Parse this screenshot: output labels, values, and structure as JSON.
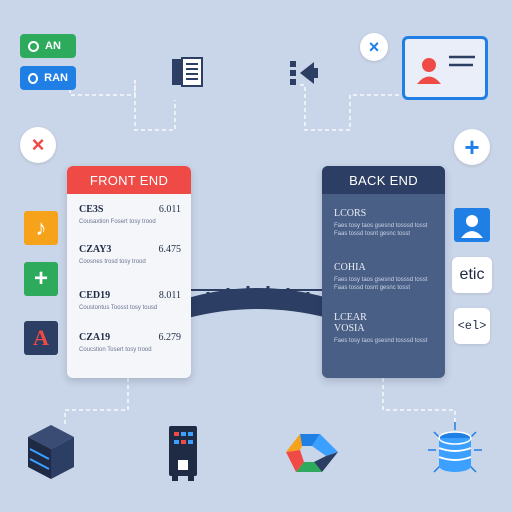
{
  "pills": [
    {
      "label": "AN",
      "color": "#2eaa5c"
    },
    {
      "label": "RAN",
      "color": "#1f7fe5"
    }
  ],
  "frontend": {
    "title": "FRONT END",
    "head_color": "#ef4a45",
    "rows": [
      {
        "title": "CE3S",
        "value": "6.011",
        "desc": "Cousaxtion Fosert tosy trood"
      },
      {
        "title": "CZAY3",
        "value": "6.475",
        "desc": "Coosnes trosd tosy trood"
      },
      {
        "title": "CED19",
        "value": "8.011",
        "desc": "Coustontus Toosst tosy tousd"
      },
      {
        "title": "CZA19",
        "value": "6.279",
        "desc": "Coucstion Tosert tosy trood"
      }
    ]
  },
  "backend": {
    "title": "BACK END",
    "head_color": "#2c3e63",
    "body_color": "#4a5f86",
    "rows": [
      {
        "title": "LCORS",
        "desc": "Faes tosy taos gsesnd tosssd tosst Faas tossd tosnt gesnc tosst"
      },
      {
        "title": "COHIA",
        "desc": "Faes tosy taos gsesnd tosssd tosst Faas tossd tosnt gesnc tosst"
      },
      {
        "title": "LCEAR\nVOSIA",
        "desc": "Faes tosy taos gsesnd tosssd tosst"
      }
    ]
  },
  "right_tiles": [
    {
      "label": "etic"
    },
    {
      "label": "<el>"
    }
  ],
  "icons": {
    "close_top": "×",
    "close_left": "×",
    "plus_right": "+",
    "music": "♪",
    "plus_app": "+",
    "letter_a": "A"
  },
  "colors": {
    "background": "#c9d5e8",
    "accent_blue": "#1f7fe5",
    "red": "#ef4a45",
    "navy": "#2c3e63"
  }
}
